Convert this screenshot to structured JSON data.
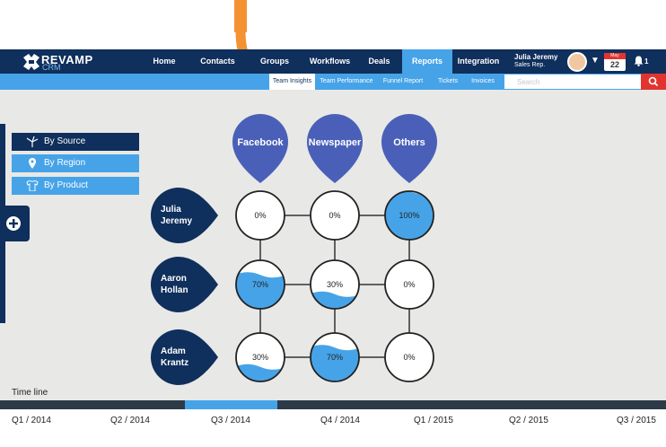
{
  "brand": {
    "name": "REVAMP",
    "sub": "CRM"
  },
  "nav": {
    "items": [
      {
        "label": "Home",
        "active": false
      },
      {
        "label": "Contacts",
        "active": false
      },
      {
        "label": "Groups",
        "active": false
      },
      {
        "label": "Workflows",
        "active": false
      },
      {
        "label": "Deals",
        "active": false
      },
      {
        "label": "Reports",
        "active": true
      },
      {
        "label": "Integration",
        "active": false
      }
    ]
  },
  "user": {
    "name": "Julia Jeremy",
    "role": "Sales Rep."
  },
  "calendar": {
    "month": "May",
    "day": "22"
  },
  "notifications": {
    "count": "1"
  },
  "subtabs": [
    {
      "label": "Team Insights",
      "active": true
    },
    {
      "label": "Team Performance",
      "active": false
    },
    {
      "label": "Funnel Report",
      "active": false
    },
    {
      "label": "Tickets",
      "active": false
    },
    {
      "label": "Invoices",
      "active": false
    }
  ],
  "search": {
    "placeholder": "Search"
  },
  "side_menu": [
    {
      "label": "By Source",
      "icon": "windmill-icon",
      "active": true
    },
    {
      "label": "By Region",
      "icon": "map-pin-icon",
      "active": false
    },
    {
      "label": "By Product",
      "icon": "shirt-icon",
      "active": false
    }
  ],
  "colors": {
    "navy": "#0f2f5c",
    "blue": "#46a3e8",
    "pin": "#4a60b8",
    "accent": "#f49232",
    "red": "#e2342f"
  },
  "matrix": {
    "sources": [
      "Facebook",
      "Newspaper",
      "Others"
    ],
    "reps": [
      {
        "name_line1": "Julia",
        "name_line2": "Jeremy"
      },
      {
        "name_line1": "Aaron",
        "name_line2": "Hollan"
      },
      {
        "name_line1": "Adam",
        "name_line2": "Krantz"
      }
    ],
    "values": [
      [
        0,
        0,
        100
      ],
      [
        70,
        30,
        0
      ],
      [
        30,
        70,
        0
      ]
    ],
    "labels": [
      [
        "0%",
        "0%",
        "100%"
      ],
      [
        "70%",
        "30%",
        "0%"
      ],
      [
        "30%",
        "70%",
        "0%"
      ]
    ]
  },
  "timeline": {
    "label": "Time line",
    "ticks": [
      "Q1 / 2014",
      "Q2 / 2014",
      "Q3 / 2014",
      "Q4 / 2014",
      "Q1 / 2015",
      "Q2 / 2015",
      "Q3 / 2015"
    ],
    "active_index": 2
  }
}
